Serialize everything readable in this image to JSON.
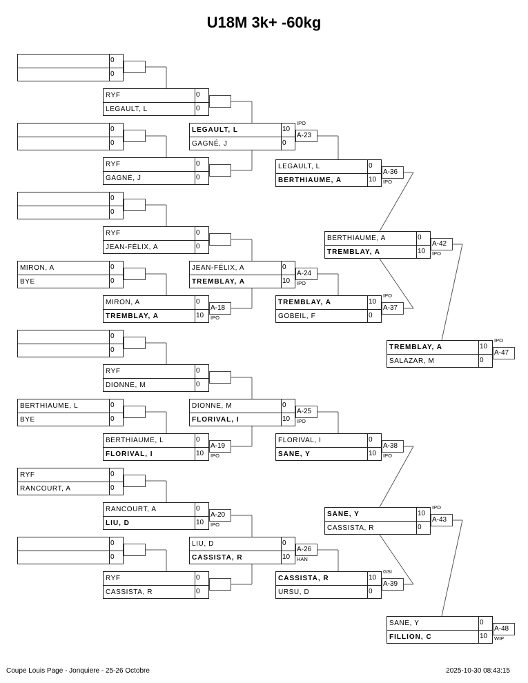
{
  "title": "U18M 3k+ -60kg",
  "footer": {
    "event": "Coupe Louis Page - Jonquiere - 25-26 Octobre",
    "timestamp": "2025-10-30 08:43:15"
  },
  "matches": [
    {
      "id": "r1-1",
      "round": 1,
      "top": {
        "name": "",
        "score": "0"
      },
      "bottom": {
        "name": "",
        "score": "0"
      },
      "winner": null,
      "label": "",
      "wintype": ""
    },
    {
      "id": "r2-1",
      "round": 2,
      "top": {
        "name": "RYF",
        "score": "0"
      },
      "bottom": {
        "name": "LEGAULT, L",
        "score": "0"
      },
      "winner": null,
      "label": "",
      "wintype": ""
    },
    {
      "id": "r1-2",
      "round": 1,
      "top": {
        "name": "",
        "score": "0"
      },
      "bottom": {
        "name": "",
        "score": "0"
      },
      "winner": null,
      "label": "",
      "wintype": ""
    },
    {
      "id": "r2-2",
      "round": 2,
      "top": {
        "name": "RYF",
        "score": "0"
      },
      "bottom": {
        "name": "GAGNÉ, J",
        "score": "0"
      },
      "winner": null,
      "label": "",
      "wintype": ""
    },
    {
      "id": "r3-1",
      "round": 3,
      "top": {
        "name": "LEGAULT, L",
        "score": "10"
      },
      "bottom": {
        "name": "GAGNÉ, J",
        "score": "0"
      },
      "winner": "top",
      "label": "A-23",
      "wintype": "IPO"
    },
    {
      "id": "r4-1",
      "round": 4,
      "top": {
        "name": "LEGAULT, L",
        "score": "0"
      },
      "bottom": {
        "name": "BERTHIAUME, A",
        "score": "10"
      },
      "winner": "bottom",
      "label": "A-36",
      "wintype": "IPO"
    },
    {
      "id": "r1-3",
      "round": 1,
      "top": {
        "name": "",
        "score": "0"
      },
      "bottom": {
        "name": "",
        "score": "0"
      },
      "winner": null,
      "label": "",
      "wintype": ""
    },
    {
      "id": "r2-3",
      "round": 2,
      "top": {
        "name": "RYF",
        "score": "0"
      },
      "bottom": {
        "name": "JEAN-FÉLIX, A",
        "score": "0"
      },
      "winner": null,
      "label": "",
      "wintype": ""
    },
    {
      "id": "r1-4",
      "round": 1,
      "top": {
        "name": "MIRON, A",
        "score": "0"
      },
      "bottom": {
        "name": "BYE",
        "score": "0"
      },
      "winner": null,
      "label": "",
      "wintype": ""
    },
    {
      "id": "r2-4",
      "round": 2,
      "top": {
        "name": "MIRON, A",
        "score": "0"
      },
      "bottom": {
        "name": "TREMBLAY, A",
        "score": "10"
      },
      "winner": "bottom",
      "label": "A-18",
      "wintype": "IPO"
    },
    {
      "id": "r3-2",
      "round": 3,
      "top": {
        "name": "JEAN-FÉLIX, A",
        "score": "0"
      },
      "bottom": {
        "name": "TREMBLAY, A",
        "score": "10"
      },
      "winner": "bottom",
      "label": "A-24",
      "wintype": "IPO"
    },
    {
      "id": "r4-2",
      "round": 4,
      "top": {
        "name": "TREMBLAY, A",
        "score": "10"
      },
      "bottom": {
        "name": "GOBEIL, F",
        "score": "0"
      },
      "winner": "top",
      "label": "A-37",
      "wintype": "IPO"
    },
    {
      "id": "r5-1",
      "round": 5,
      "top": {
        "name": "BERTHIAUME, A",
        "score": "0"
      },
      "bottom": {
        "name": "TREMBLAY, A",
        "score": "10"
      },
      "winner": "bottom",
      "label": "A-42",
      "wintype": "IPO"
    },
    {
      "id": "r6-1",
      "round": 6,
      "top": {
        "name": "TREMBLAY, A",
        "score": "10"
      },
      "bottom": {
        "name": "SALAZAR, M",
        "score": "0"
      },
      "winner": "top",
      "label": "A-47",
      "wintype": "IPO"
    },
    {
      "id": "r1-5",
      "round": 1,
      "top": {
        "name": "",
        "score": "0"
      },
      "bottom": {
        "name": "",
        "score": "0"
      },
      "winner": null,
      "label": "",
      "wintype": ""
    },
    {
      "id": "r2-5",
      "round": 2,
      "top": {
        "name": "RYF",
        "score": "0"
      },
      "bottom": {
        "name": "DIONNE, M",
        "score": "0"
      },
      "winner": null,
      "label": "",
      "wintype": ""
    },
    {
      "id": "r1-6",
      "round": 1,
      "top": {
        "name": "BERTHIAUME, L",
        "score": "0"
      },
      "bottom": {
        "name": "BYE",
        "score": "0"
      },
      "winner": null,
      "label": "",
      "wintype": ""
    },
    {
      "id": "r2-6",
      "round": 2,
      "top": {
        "name": "BERTHIAUME, L",
        "score": "0"
      },
      "bottom": {
        "name": "FLORIVAL, I",
        "score": "10"
      },
      "winner": "bottom",
      "label": "A-19",
      "wintype": "IPO"
    },
    {
      "id": "r3-3",
      "round": 3,
      "top": {
        "name": "DIONNE, M",
        "score": "0"
      },
      "bottom": {
        "name": "FLORIVAL, I",
        "score": "10"
      },
      "winner": "bottom",
      "label": "A-25",
      "wintype": "IPO"
    },
    {
      "id": "r4-3",
      "round": 4,
      "top": {
        "name": "FLORIVAL, I",
        "score": "0"
      },
      "bottom": {
        "name": "SANE, Y",
        "score": "10"
      },
      "winner": "bottom",
      "label": "A-38",
      "wintype": "IPO"
    },
    {
      "id": "r1-7",
      "round": 1,
      "top": {
        "name": "RYF",
        "score": "0"
      },
      "bottom": {
        "name": "RANCOURT, A",
        "score": "0"
      },
      "winner": null,
      "label": "",
      "wintype": ""
    },
    {
      "id": "r2-7",
      "round": 2,
      "top": {
        "name": "RANCOURT, A",
        "score": "0"
      },
      "bottom": {
        "name": "LIU, D",
        "score": "10"
      },
      "winner": "bottom",
      "label": "A-20",
      "wintype": "IPO"
    },
    {
      "id": "r1-8",
      "round": 1,
      "top": {
        "name": "",
        "score": "0"
      },
      "bottom": {
        "name": "",
        "score": "0"
      },
      "winner": null,
      "label": "",
      "wintype": ""
    },
    {
      "id": "r2-8",
      "round": 2,
      "top": {
        "name": "RYF",
        "score": "0"
      },
      "bottom": {
        "name": "CASSISTA, R",
        "score": "0"
      },
      "winner": null,
      "label": "",
      "wintype": ""
    },
    {
      "id": "r3-4",
      "round": 3,
      "top": {
        "name": "LIU, D",
        "score": "0"
      },
      "bottom": {
        "name": "CASSISTA, R",
        "score": "10"
      },
      "winner": "bottom",
      "label": "A-26",
      "wintype": "HAN"
    },
    {
      "id": "r4-4",
      "round": 4,
      "top": {
        "name": "CASSISTA, R",
        "score": "10"
      },
      "bottom": {
        "name": "URSU, D",
        "score": "0"
      },
      "winner": "top",
      "label": "A-39",
      "wintype": "GSI"
    },
    {
      "id": "r5-2",
      "round": 5,
      "top": {
        "name": "SANE, Y",
        "score": "10"
      },
      "bottom": {
        "name": "CASSISTA, R",
        "score": "0"
      },
      "winner": "top",
      "label": "A-43",
      "wintype": "IPO"
    },
    {
      "id": "r6-2",
      "round": 6,
      "top": {
        "name": "SANE, Y",
        "score": "0"
      },
      "bottom": {
        "name": "FILLION, C",
        "score": "10"
      },
      "winner": "bottom",
      "label": "A-48",
      "wintype": "WIP"
    }
  ]
}
